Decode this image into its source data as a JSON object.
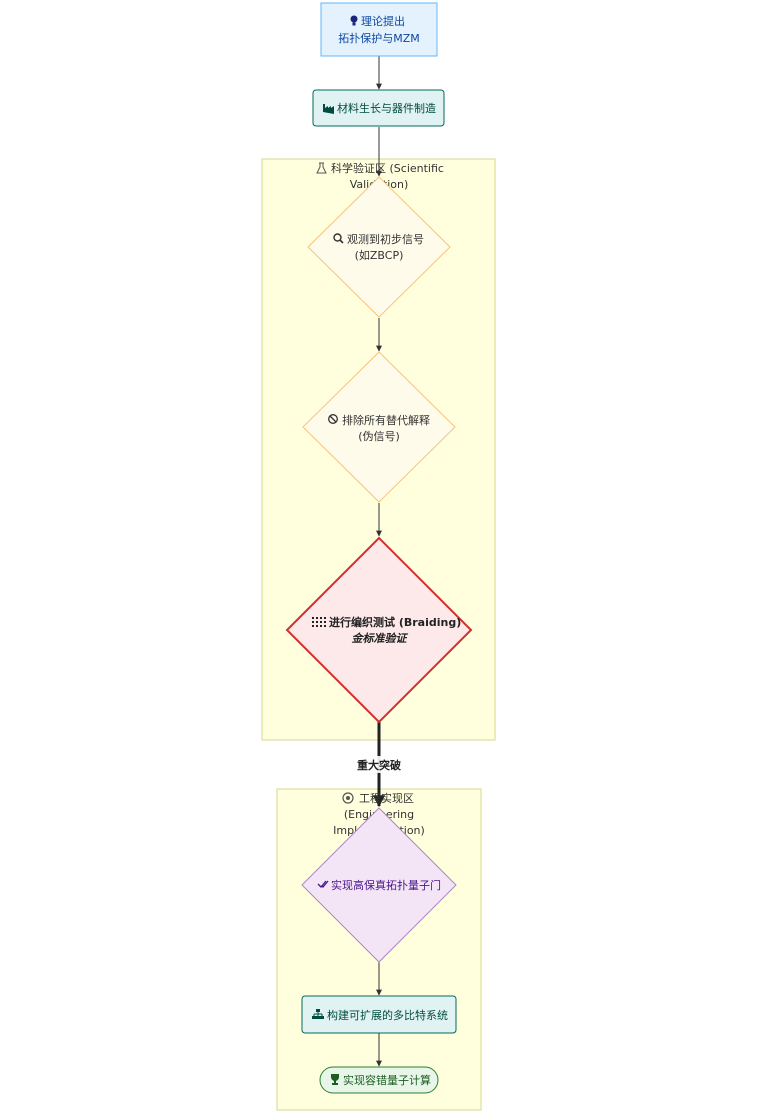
{
  "nodes": {
    "theory": {
      "line1": "理论提出",
      "line2": "拓扑保护与MZM",
      "icon": "lightbulb-icon"
    },
    "fabrication": {
      "label": "材料生长与器件制造",
      "icon": "factory-icon"
    },
    "signal": {
      "line1": "观测到初步信号",
      "line2": "(如ZBCP)",
      "icon": "search-icon"
    },
    "exclude": {
      "line1": "排除所有替代解释",
      "line2": "(伪信号)",
      "icon": "ban-icon"
    },
    "braiding": {
      "line1": "进行编织测试 (Braiding)",
      "line2": "金标准验证",
      "icon": "grid-dots-icon"
    },
    "gate": {
      "label": "实现高保真拓扑量子门",
      "icon": "check-double-icon"
    },
    "scalable": {
      "label": "构建可扩展的多比特系统",
      "icon": "sitemap-icon"
    },
    "fault_tolerant": {
      "label": "实现容错量子计算",
      "icon": "trophy-icon"
    }
  },
  "clusters": {
    "science": {
      "line1": "科学验证区 (Scientific",
      "line2": "Validation)",
      "icon": "flask-icon"
    },
    "engineering": {
      "line1": "工程实现区",
      "line2": "(Engineering",
      "line3": "Implementation)",
      "icon": "gear-icon"
    }
  },
  "edges": {
    "breakthrough_label": "重大突破"
  },
  "colors": {
    "theory_fill": "#e3f2fd",
    "theory_stroke": "#64b5f6",
    "teal_fill": "#e0f2f1",
    "teal_stroke": "#00695c",
    "cluster_fill": "#ffffde",
    "cluster_stroke": "#d7d78f",
    "diamond_fill": "#fffbeb",
    "diamond_stroke": "#f7c37b",
    "braid_fill": "#fde8ea",
    "braid_stroke": "#d32f2f",
    "gate_fill": "#f3e5f5",
    "gate_stroke": "#ab87c4",
    "final_fill": "#e8f5e9",
    "final_stroke": "#2e7d32"
  }
}
